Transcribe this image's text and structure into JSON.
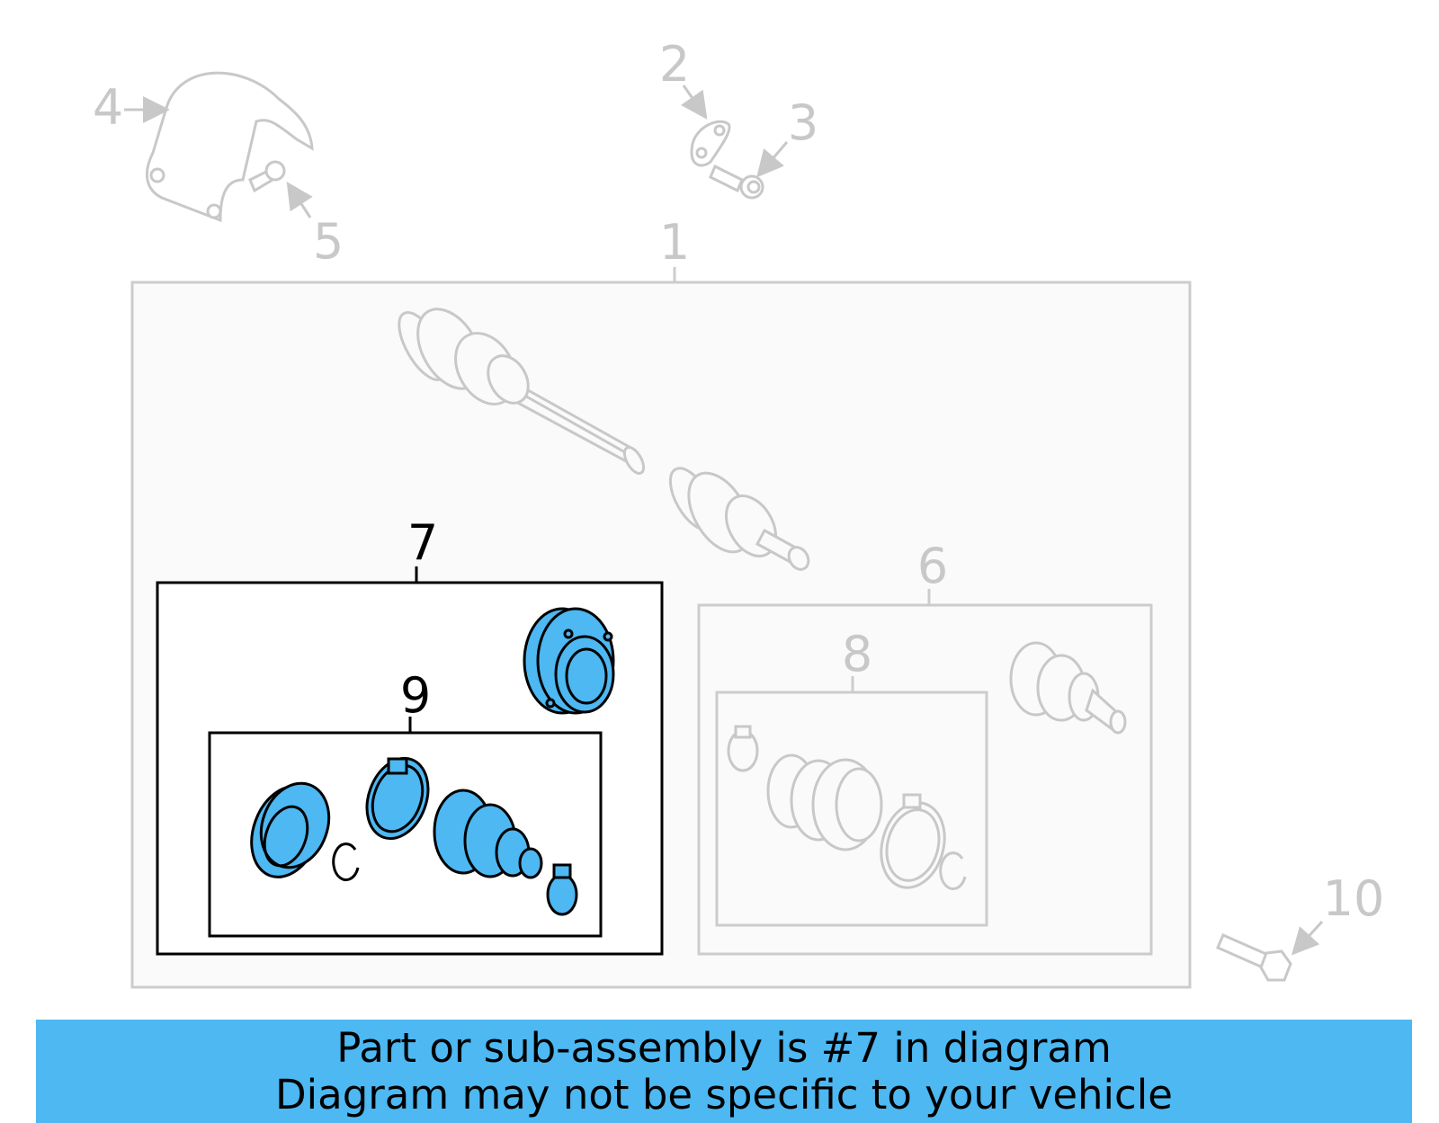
{
  "callouts": {
    "c1": "1",
    "c2": "2",
    "c3": "3",
    "c4": "4",
    "c5": "5",
    "c6": "6",
    "c7": "7",
    "c8": "8",
    "c9": "9",
    "c10": "10"
  },
  "banner": {
    "line1": "Part or sub-assembly is #7 in diagram",
    "line2": "Diagram may not be specific to your vehicle"
  },
  "colors": {
    "highlight": "#4db8f2",
    "faded": "#c8c8c8",
    "ink": "#000000"
  }
}
